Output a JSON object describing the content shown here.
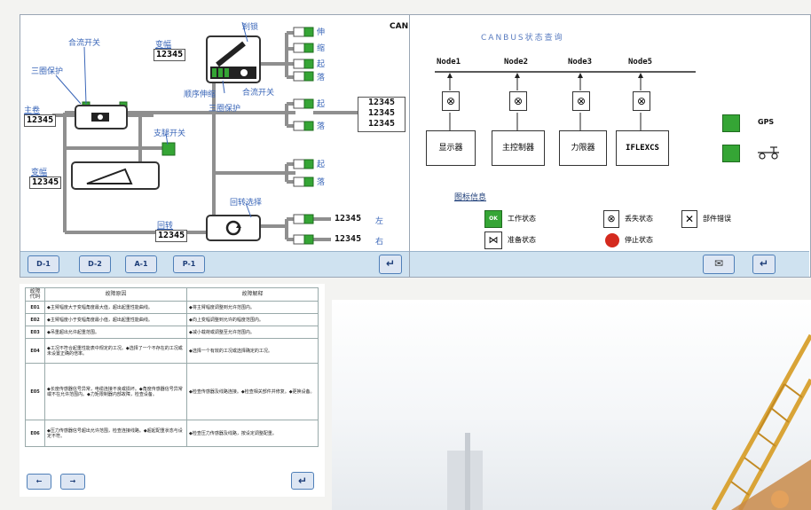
{
  "colors": {
    "pipe": "#8f8f8f",
    "green": "#35a535",
    "accent_blue": "#3a66b8",
    "toolbar": "#cfe2f0"
  },
  "hydraulic": {
    "can_label": "CAN",
    "merge_switch": "合流开关",
    "three_circle_left": "三圈保护",
    "luffing": "变幅",
    "luffing_value": "12345",
    "brake_lock": "刹锁",
    "seq_telescope": "顺序伸缩",
    "merge_switch2": "合流开关",
    "three_circle_right": "三圈保护",
    "main_hoist": "主卷",
    "main_value": "12345",
    "support_switch": "支腿开关",
    "boom": "变幅",
    "boom_value": "12345",
    "slew_select": "回转选择",
    "slew": "回转",
    "slew_value": "12345",
    "right_labels": [
      "伸",
      "缩",
      "起",
      "落",
      "起",
      "落",
      "起",
      "落"
    ],
    "right_values": [
      "12345",
      "12345",
      "12345"
    ],
    "slew_left_value": "12345",
    "slew_left": "左",
    "slew_right_value": "12345",
    "slew_right": "右",
    "toolbar_buttons": [
      "D-1",
      "D-2",
      "A-1",
      "P-1"
    ],
    "enter_icon": "enter-icon"
  },
  "canbus": {
    "title": "CANBUS状态查询",
    "nodes": [
      "Node1",
      "Node2",
      "Node3",
      "Node5"
    ],
    "devices": [
      "显示器",
      "主控制器",
      "力限器",
      "IFLEXCS"
    ],
    "gps": "GPS",
    "legend_title": "图标信息",
    "legend": [
      {
        "label": "工作状态",
        "icon": "ok-badge-icon",
        "badge": "OK"
      },
      {
        "label": "丢失状态",
        "icon": "lost-status-icon"
      },
      {
        "label": "部件错误",
        "icon": "error-x-icon"
      },
      {
        "label": "准备状态",
        "icon": "ready-status-icon"
      },
      {
        "label": "停止状态",
        "icon": "stop-status-icon"
      }
    ]
  },
  "faults": {
    "headers": [
      "故障代码",
      "故障原因",
      "故障解释"
    ],
    "rows": [
      {
        "code": "E01",
        "cause": "◆主臂幅度大于变幅角度最大值，超出起重性能曲线。",
        "explain": "◆将主臂幅度调整到允许范围内。"
      },
      {
        "code": "E02",
        "cause": "◆主臂幅度小于变幅角度最小值，超出起重性能曲线。",
        "explain": "◆向上变幅调整到允许的幅度范围内。"
      },
      {
        "code": "E03",
        "cause": "◆吊重超出允许起重范围。",
        "explain": "◆减小载荷或调整至允许范围内。"
      },
      {
        "code": "E04",
        "cause": "◆工况不符合起重性能表中规定的工况。◆选择了一个不存在的工况或未设置正确的倍率。",
        "explain": "◆选择一个有效的工况或选择确定的工况。"
      },
      {
        "code": "E05",
        "cause": "◆长度传感器信号异常，电缆连接不良或损坏。◆角度传感器信号异常或不在允许范围内。◆力矩限制器内部故障，检查设备。",
        "explain": "◆检查传感器及线路连接。◆检查相关部件并修复。◆更换设备。"
      },
      {
        "code": "E06",
        "cause": "◆压力传感器信号超出允许范围，检查连接线路。◆超起配重状态与设定不符。",
        "explain": "◆检查压力传感器及线路，按设定调整配重。"
      }
    ],
    "prev_label": "←",
    "next_label": "→"
  }
}
